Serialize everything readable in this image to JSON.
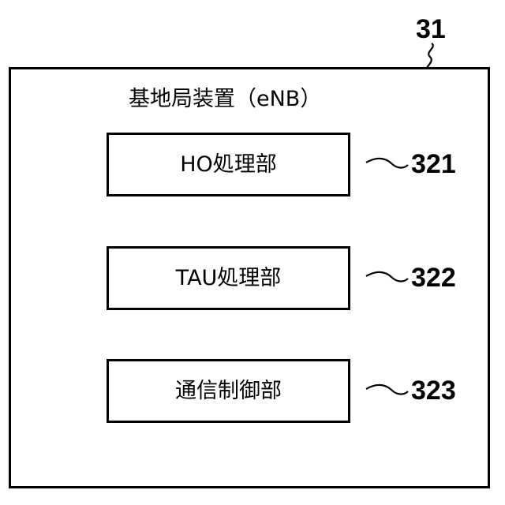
{
  "diagram": {
    "outer": {
      "ref": "31",
      "title": "基地局装置（eNB）"
    },
    "units": [
      {
        "label": "HO処理部",
        "ref": "321"
      },
      {
        "label": "TAU処理部",
        "ref": "322"
      },
      {
        "label": "通信制御部",
        "ref": "323"
      }
    ]
  }
}
